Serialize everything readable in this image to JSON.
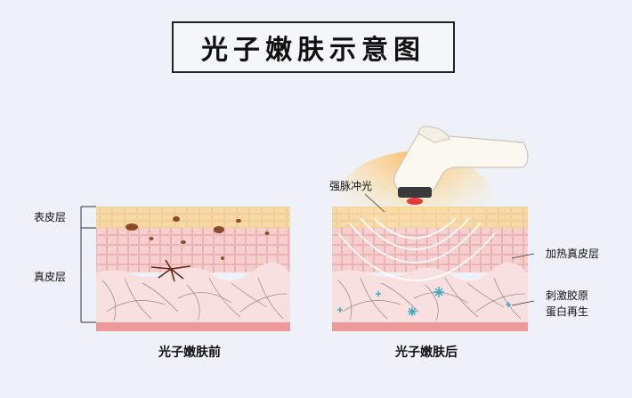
{
  "title": "光子嫩肤示意图",
  "labels": {
    "epidermis": "表皮层",
    "dermis": "真皮层",
    "intense_pulsed_light": "强脉冲光",
    "heated_dermis": "加热真皮层",
    "collagen_line1": "刺激胶原",
    "collagen_line2": "蛋白再生"
  },
  "captions": {
    "before": "光子嫩肤前",
    "after": "光子嫩肤后"
  },
  "colors": {
    "epidermis": "#f6d49b",
    "cell_layer": "#f5c6c6",
    "dermis": "#f8dede",
    "bottom_band": "#ec9a9a",
    "pigment": "#8b4a2a",
    "collagen_star": "#3aa7c5"
  }
}
